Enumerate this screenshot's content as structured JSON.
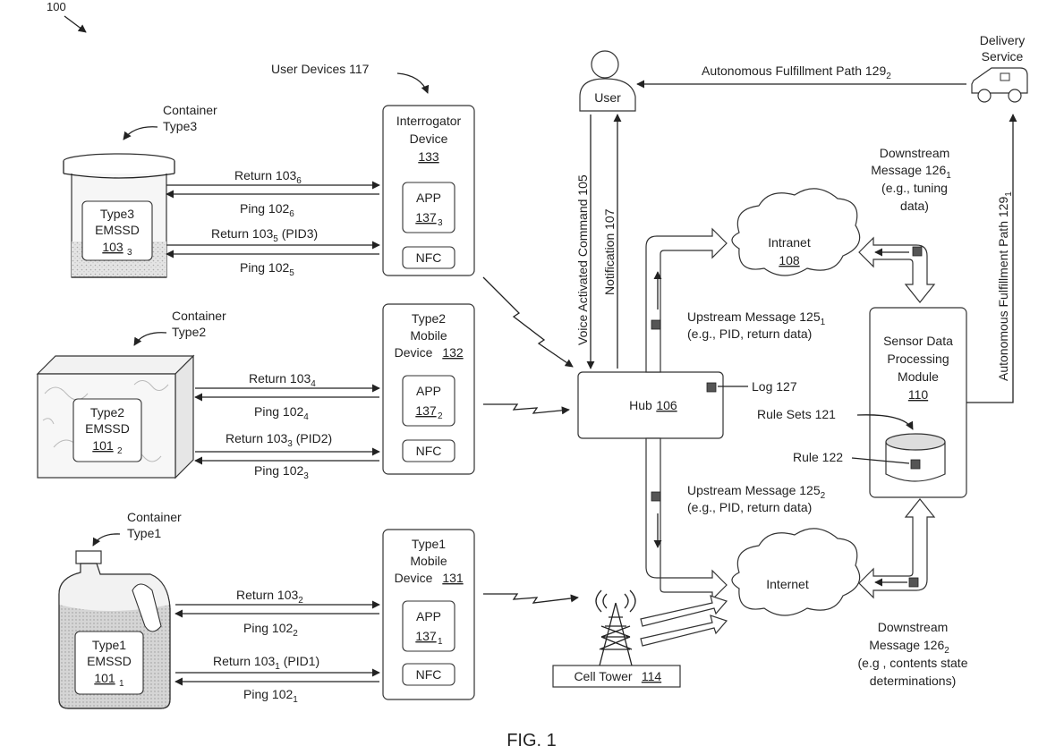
{
  "figure": {
    "ref": "100",
    "caption": "FIG. 1"
  },
  "user_devices": {
    "label": "User Devices 117",
    "interrogator": {
      "l1": "Interrogator",
      "l2": "Device",
      "num": "133",
      "app": "APP",
      "app_num": "137",
      "app_sub": "3",
      "nfc": "NFC"
    },
    "type2": {
      "l1": "Type2",
      "l2": "Mobile",
      "l3": "Device",
      "num": "132",
      "app": "APP",
      "app_num": "137",
      "app_sub": "2",
      "nfc": "NFC"
    },
    "type1": {
      "l1": "Type1",
      "l2": "Mobile",
      "l3": "Device",
      "num": "131",
      "app": "APP",
      "app_num": "137",
      "app_sub": "1",
      "nfc": "NFC"
    }
  },
  "containers": {
    "type3": {
      "label1": "Container",
      "label2": "Type3",
      "e1": "Type3",
      "e2": "EMSSD",
      "num": "103",
      "sub": "3"
    },
    "type2": {
      "label1": "Container",
      "label2": "Type2",
      "e1": "Type2",
      "e2": "EMSSD",
      "num": "101",
      "sub": "2"
    },
    "type1": {
      "label1": "Container",
      "label2": "Type1",
      "e1": "Type1",
      "e2": "EMSSD",
      "num": "101",
      "sub": "1"
    }
  },
  "links": {
    "type3": [
      {
        "base": "Return 103",
        "sub": "6",
        "suffix": ""
      },
      {
        "base": "Ping 102",
        "sub": "6",
        "suffix": ""
      },
      {
        "base": "Return 103",
        "sub": "5",
        "suffix": " (PID3)"
      },
      {
        "base": "Ping 102",
        "sub": "5",
        "suffix": ""
      }
    ],
    "type2": [
      {
        "base": "Return 103",
        "sub": "4",
        "suffix": ""
      },
      {
        "base": "Ping 102",
        "sub": "4",
        "suffix": ""
      },
      {
        "base": "Return 103",
        "sub": "3",
        "suffix": " (PID2)"
      },
      {
        "base": "Ping 102",
        "sub": "3",
        "suffix": ""
      }
    ],
    "type1": [
      {
        "base": "Return 103",
        "sub": "2",
        "suffix": ""
      },
      {
        "base": "Ping 102",
        "sub": "2",
        "suffix": ""
      },
      {
        "base": "Return 103",
        "sub": "1",
        "suffix": " (PID1)"
      },
      {
        "base": "Ping 102",
        "sub": "1",
        "suffix": ""
      }
    ]
  },
  "user": {
    "label": "User"
  },
  "voice": {
    "command": "Voice Activated Command 105",
    "notification": "Notification 107"
  },
  "hub": {
    "label": "Hub",
    "num": "106",
    "log": "Log 127"
  },
  "cell_tower": {
    "label": "Cell Tower",
    "num": "114"
  },
  "intranet": {
    "label": "Intranet",
    "num": "108"
  },
  "internet": {
    "label": "Internet"
  },
  "upstream1": {
    "base": "Upstream Message 125",
    "sub": "1",
    "line2": "(e.g., PID, return data)"
  },
  "upstream2": {
    "base": "Upstream Message 125",
    "sub": "2",
    "line2": "(e.g., PID, return data)"
  },
  "downstream1": {
    "l1": "Downstream",
    "base": "Message 126",
    "sub": "1",
    "l3": "(e.g., tuning",
    "l4": "data)"
  },
  "downstream2": {
    "l1": "Downstream",
    "base": "Message 126",
    "sub": "2",
    "l3": "(e.g , contents state",
    "l4": "determinations)"
  },
  "sdpm": {
    "l1": "Sensor Data",
    "l2": "Processing",
    "l3": "Module",
    "num": "110",
    "rule_sets": "Rule Sets 121",
    "rule": "Rule 122"
  },
  "delivery": {
    "l1": "Delivery",
    "l2": "Service"
  },
  "paths": {
    "path2": {
      "base": "Autonomous Fulfillment Path 129",
      "sub": "2"
    },
    "path1": {
      "base": "Autonomous Fulfillment Path 129",
      "sub": "1"
    }
  }
}
